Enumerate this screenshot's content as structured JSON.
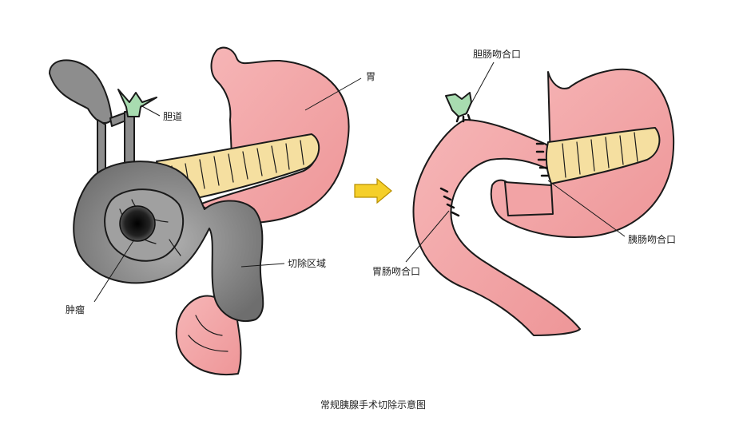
{
  "caption": "常规胰腺手术切除示意图",
  "left_labels": {
    "stomach": "胃",
    "bile_duct": "胆道",
    "resection_area": "切除区域",
    "tumor": "肿瘤"
  },
  "right_labels": {
    "biliary_anastomosis": "胆肠吻合口",
    "pancreatic_anastomosis": "胰肠吻合口",
    "gastric_anastomosis": "胃肠吻合口"
  },
  "colors": {
    "stomach_pink": "#f2a3a5",
    "pancreas_yellow": "#f5dfa0",
    "resection_gray": "#8a8a8a",
    "bile_green": "#a8dcb0",
    "arrow_yellow": "#f5cf2a",
    "tumor_black": "#111111"
  },
  "icons": {
    "transition": "right-arrow-icon"
  }
}
